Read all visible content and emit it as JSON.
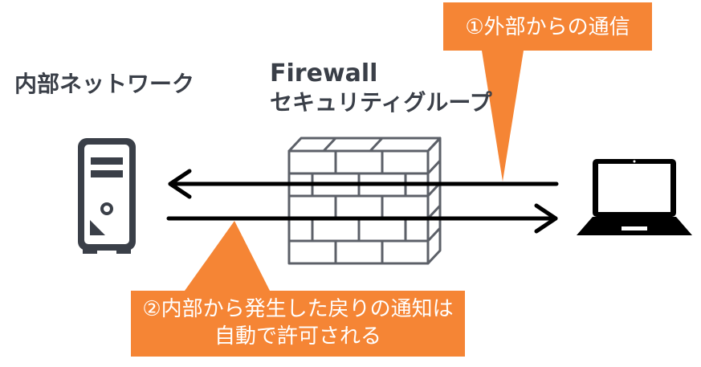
{
  "labels": {
    "internal_network": "内部ネットワーク",
    "firewall_title": "Firewall",
    "firewall_subtitle": "セキュリティグループ"
  },
  "callouts": {
    "incoming": "①外部からの通信",
    "return_line1": "②内部から発生した戻りの通知は",
    "return_line2": "自動で許可される"
  },
  "icons": {
    "server": "server-icon",
    "firewall": "brick-wall-icon",
    "laptop": "laptop-icon"
  },
  "colors": {
    "callout": "#f58535",
    "text": "#3a3f48",
    "icon": "#3a3f48",
    "arrow": "#000000"
  }
}
